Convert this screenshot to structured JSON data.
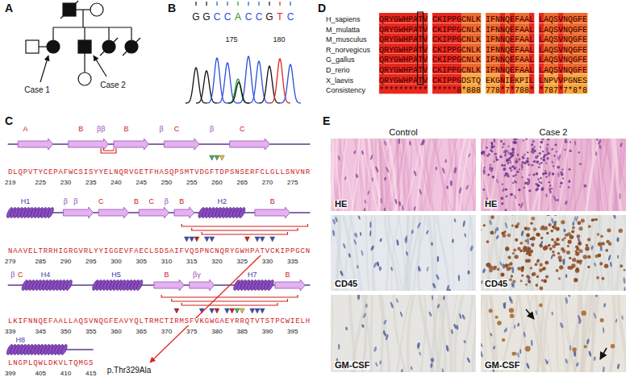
{
  "diagram": {
    "labels": [
      "A",
      "Case 1",
      "Case 2",
      "B",
      "G",
      "G",
      "C",
      "C",
      "A",
      "C",
      "C",
      "G",
      "T",
      "C",
      "175",
      "180",
      "D",
      "H_sapiens",
      "M_mulatta",
      "M_musculus",
      "R_norvegicus",
      "G_gallus",
      "D_rerio",
      "X_laevis",
      "Consistency",
      "QRYGWHPATV CKIPPGCNLK IFNNQEFAAL LAQSVNQGFE",
      "QRYGWHPATV CKIPPGCNLK IFNNQEFAAL LAQSVNQGFE",
      "QRYGWHPATV CKIPPGCNLK IFNNQEFAAL LAQSVNQGFE",
      "QRYGWHPATV CKIPPGCNLK IFNNQEFAAL LAQSVNQGFE",
      "QRYGWHPATV CKIPPGCNLK IFNNQEFAAL LAQSVNQGFE",
      "QRYGWHPATV CKIPPGCNLK IFNNQEFAAL LAQSVNQGFE",
      "QRYGWHPATV CKIPPGDSTQ EKGNIEKPIL LNPVVPGNES",
      "********** *****8*888 778*7*788* *787*7*8*8",
      "C",
      "A",
      "B",
      "ββ",
      "B",
      "β",
      "C",
      "β",
      "C",
      "DLQPVTYCEPAFWCSISYYELNQRVGETFHASQPSMTVDGFTDPSNSERFCLGLLSNVNR",
      "219",
      "225",
      "230",
      "235",
      "240",
      "245",
      "250",
      "255",
      "260",
      "265",
      "270",
      "275",
      "H1",
      "β",
      "β",
      "C",
      "B",
      "C",
      "β",
      "B",
      "H2",
      "B",
      "NAAVELTRRHIGRGVRLYYIGGEVFAECLSDSAIFVQSPNCNQRYGWHPATVCKIPPGCN",
      "279",
      "285",
      "290",
      "295",
      "300",
      "305",
      "310",
      "315",
      "320",
      "325",
      "330",
      "335",
      "β",
      "C",
      "H4",
      "H5",
      "B",
      "βγ",
      "H7",
      "B",
      "LKIFNNQEFAALLAQSVNQGFEAVYQLTRMCTIRMSFVKGWGAEYRRQTVTSTPCWIELH",
      "339",
      "345",
      "350",
      "355",
      "360",
      "365",
      "370",
      "375",
      "380",
      "385",
      "390",
      "395",
      "H8",
      "LNGPLQWLDKVLTQMGS",
      "399",
      "405",
      "410",
      "415",
      "p.Thr329Ala",
      "E",
      "Control",
      "Case 2",
      "HE",
      "HE",
      "CD45",
      "CD45",
      "GM-CSF",
      "GM-CSF"
    ]
  }
}
